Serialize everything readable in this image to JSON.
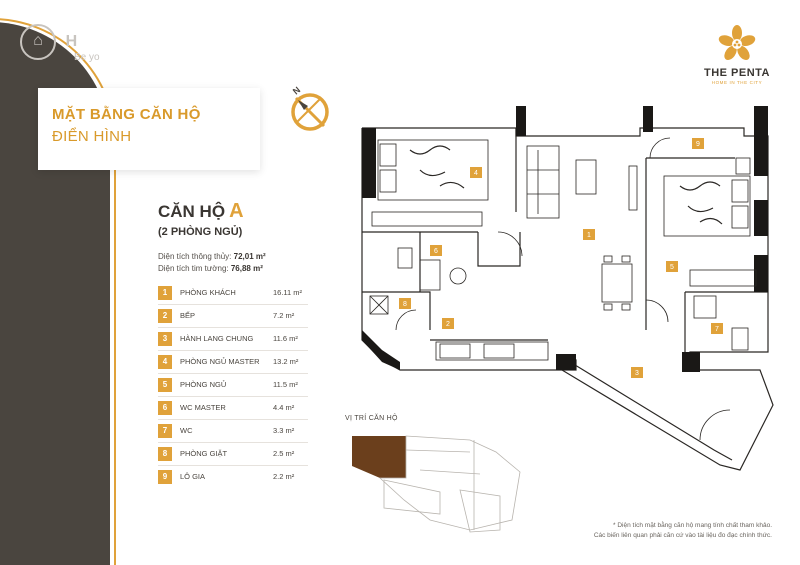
{
  "watermark": {
    "logo_glyph": "⌂",
    "text": "H",
    "subtitle": "Be yo"
  },
  "title": {
    "line1": "MẶT BẰNG CĂN HỘ",
    "line2": "ĐIỂN HÌNH"
  },
  "apartment": {
    "heading": "CĂN HỘ",
    "letter": "A",
    "bedrooms": "(2 PHÒNG NGỦ)",
    "area_clear_label": "Diện tích thông thủy:",
    "area_clear_value": "72,01 m²",
    "area_wall_label": "Diện tích tim tường:",
    "area_wall_value": "76,88 m²"
  },
  "rooms": [
    {
      "num": "1",
      "name": "PHÒNG KHÁCH",
      "area": "16.11 m²"
    },
    {
      "num": "2",
      "name": "BẾP",
      "area": "7.2 m²"
    },
    {
      "num": "3",
      "name": "HÀNH LANG CHUNG",
      "area": "11.6 m²"
    },
    {
      "num": "4",
      "name": "PHÒNG NGỦ MASTER",
      "area": "13.2 m²"
    },
    {
      "num": "5",
      "name": "PHÒNG NGỦ",
      "area": "11.5 m²"
    },
    {
      "num": "6",
      "name": "WC MASTER",
      "area": "4.4 m²"
    },
    {
      "num": "7",
      "name": "WC",
      "area": "3.3 m²"
    },
    {
      "num": "8",
      "name": "PHÒNG GIẶT",
      "area": "2.5 m²"
    },
    {
      "num": "9",
      "name": "LÔ GIA",
      "area": "2.2 m²"
    }
  ],
  "brand": {
    "name": "THE PENTA",
    "tagline": "HOME IN THE CITY"
  },
  "compass": {
    "label": "N"
  },
  "location": {
    "label": "VỊ TRÍ CĂN HỘ"
  },
  "footnote": {
    "line1": "* Diện tích mặt bằng căn hộ mang tính chất tham khảo.",
    "line2": "Các biến liên quan phải căn cứ vào tài liệu đo đạc chính thức."
  },
  "colors": {
    "accent": "#e0a23a",
    "dark_panel": "#4a453f",
    "title": "#d99a2b"
  }
}
